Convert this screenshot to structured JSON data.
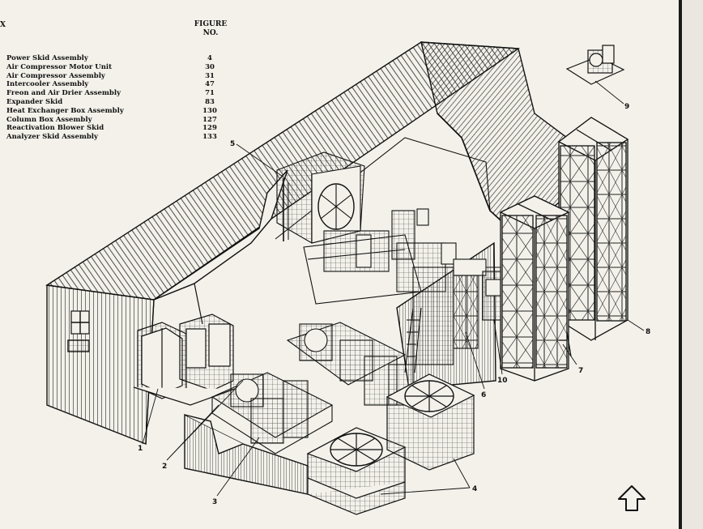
{
  "index": {
    "header": "X",
    "figure_header_line1": "FIGURE",
    "figure_header_line2": "NO.",
    "items": [
      {
        "label": "Power Skid Assembly",
        "figure": "4"
      },
      {
        "label": "Air Compressor Motor Unit",
        "figure": "30"
      },
      {
        "label": "Air Compressor Assembly",
        "figure": "31"
      },
      {
        "label": "Intercooler Assembly",
        "figure": "47"
      },
      {
        "label": "Freon and Air Drier Assembly",
        "figure": "71"
      },
      {
        "label": "Expander Skid",
        "figure": "83"
      },
      {
        "label": "Heat Exchanger Box Assembly",
        "figure": "130"
      },
      {
        "label": "Column Box Assembly",
        "figure": "127"
      },
      {
        "label": "Reactivation Blower Skid",
        "figure": "129"
      },
      {
        "label": "Analyzer Skid Assembly",
        "figure": "133"
      }
    ]
  },
  "callouts": {
    "c1": "1",
    "c2": "2",
    "c3": "3",
    "c4": "4",
    "c5": "5",
    "c6": "6",
    "c7": "7",
    "c8": "8",
    "c9": "9",
    "c10": "10"
  },
  "colors": {
    "ink": "#111111",
    "paper": "#f3f1ea"
  },
  "icons": {
    "nav": "up-arrow-icon"
  }
}
